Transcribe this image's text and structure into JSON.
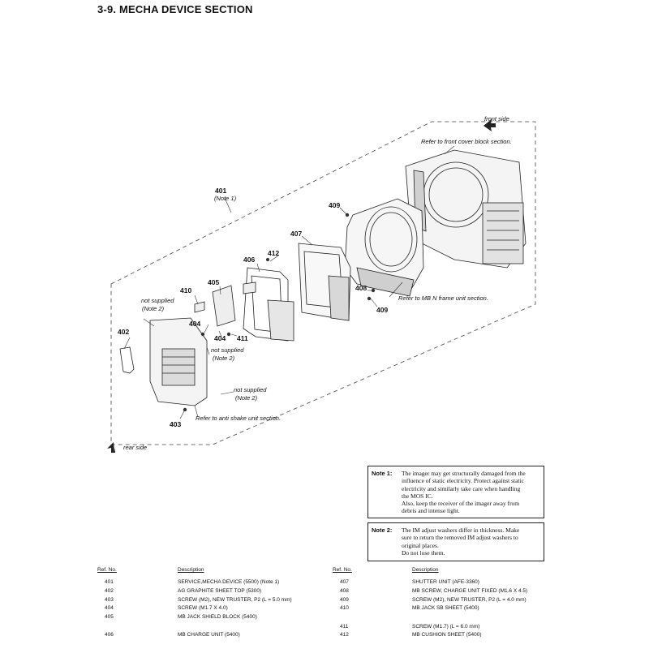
{
  "title": "3-9.  MECHA DEVICE  SECTION",
  "callouts": {
    "c401": "401",
    "c401_note": "(Note 1)",
    "c402": "402",
    "c403": "403",
    "c404a": "404",
    "c404b": "404",
    "c405": "405",
    "c406": "406",
    "c407": "407",
    "c408": "408",
    "c409a": "409",
    "c409b": "409",
    "c410": "410",
    "c411": "411",
    "c412": "412"
  },
  "labels": {
    "front_side": "front side",
    "rear_side": "rear side",
    "ref_front_cover": "Refer to front cover block section.",
    "ref_mb_frame": "Refer to MB N frame unit section.",
    "ref_anti_shake": "Refer to anti shake unit section.",
    "ns1_a": "not supplied",
    "ns1_b": "(Note 2)",
    "ns2_a": "not supplied",
    "ns2_b": "(Note 2)",
    "ns3_a": "not supplied",
    "ns3_b": "(Note 2)"
  },
  "notes": [
    {
      "label": "Note 1:",
      "lines": [
        "The imager may get structurally damaged from the",
        "influence of static electricity. Protect against static",
        "electricity and similarly take care when handling",
        "the MOS IC.",
        "Also, keep the receiver of the imager away from",
        "debris and intense light."
      ]
    },
    {
      "label": "Note 2:",
      "lines": [
        "The IM adjust washers differ in thickness. Make",
        "sure to return the removed IM adjust washers to",
        "original places.",
        "Do not lose them."
      ]
    }
  ],
  "parts_header": {
    "ref": "Ref. No.",
    "desc": "Description"
  },
  "parts_left": [
    {
      "ref": "401",
      "desc": "SERVICE,MECHA DEVICE (5500) (Note 1)"
    },
    {
      "ref": "402",
      "desc": "AG GRAPHITE SHEET TOP (5300)"
    },
    {
      "ref": "403",
      "desc": "SCREW (M2), NEW TRUSTER, P2 (L = 5.0 mm)"
    },
    {
      "ref": "404",
      "desc": "SCREW (M1.7 X 4.0)"
    },
    {
      "ref": "405",
      "desc": "MB JACK SHIELD BLOCK (5400)"
    },
    {
      "ref": "406",
      "desc": "MB CHARGE UNIT (5400)"
    }
  ],
  "parts_right": [
    {
      "ref": "407",
      "desc": "SHUTTER UNIT (AFE-3360)"
    },
    {
      "ref": "408",
      "desc": "MB SCREW, CHARGE UNIT FIXED (M1.6 X 4.5)"
    },
    {
      "ref": "409",
      "desc": "SCREW (M2), NEW TRUSTER, P2 (L = 4.0 mm)"
    },
    {
      "ref": "410",
      "desc": "MB JACK SB SHEET (5400)"
    },
    {
      "ref": "411",
      "desc": "SCREW (M1.7) (L = 6.0 mm)"
    },
    {
      "ref": "412",
      "desc": "MB CUSHION SHEET (5400)"
    }
  ]
}
